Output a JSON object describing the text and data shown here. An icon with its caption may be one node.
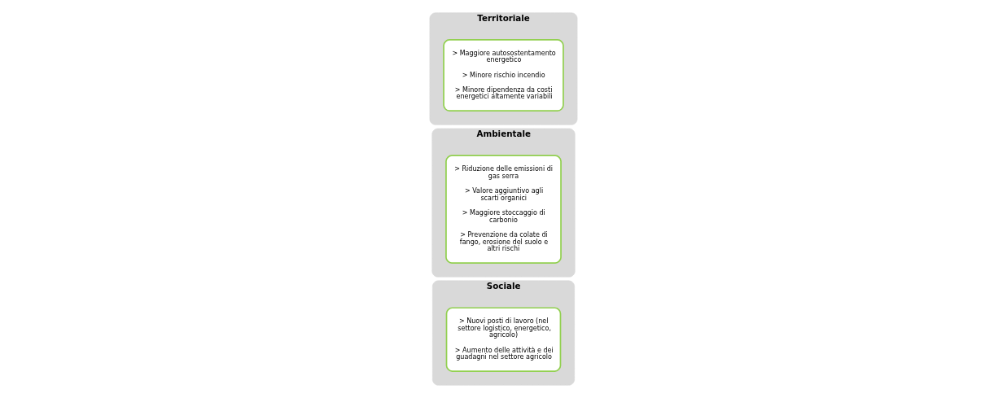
{
  "diagram": {
    "nodes": [
      {
        "text": [
          "Sociale"
        ]
      },
      {
        "text": [
          "> Nuovi posti di lavoro (nel settore logistico, energetico, agricolo)",
          "> Aumento delle attività e dei guadagni nel settore agricolo"
        ],
        "in": 0
      },
      {
        "text": [
          "Ambientale"
        ]
      },
      {
        "text": [
          "> Riduzione delle emissioni di gas serra",
          "> Valore aggiuntivo agli scarti organici",
          "> Maggiore stoccaggio di carbonio",
          "> Prevenzione da colate di fango, erosione del suolo e altri rischi"
        ],
        "in": 2
      },
      {
        "text": [
          "Territoriale"
        ]
      },
      {
        "text": [
          "> Maggiore autosostentamento energetico",
          "> Minore rischio incendio",
          "> Minore dipendenza da costi energetici altamente variabili"
        ],
        "in": 4
      }
    ]
  }
}
